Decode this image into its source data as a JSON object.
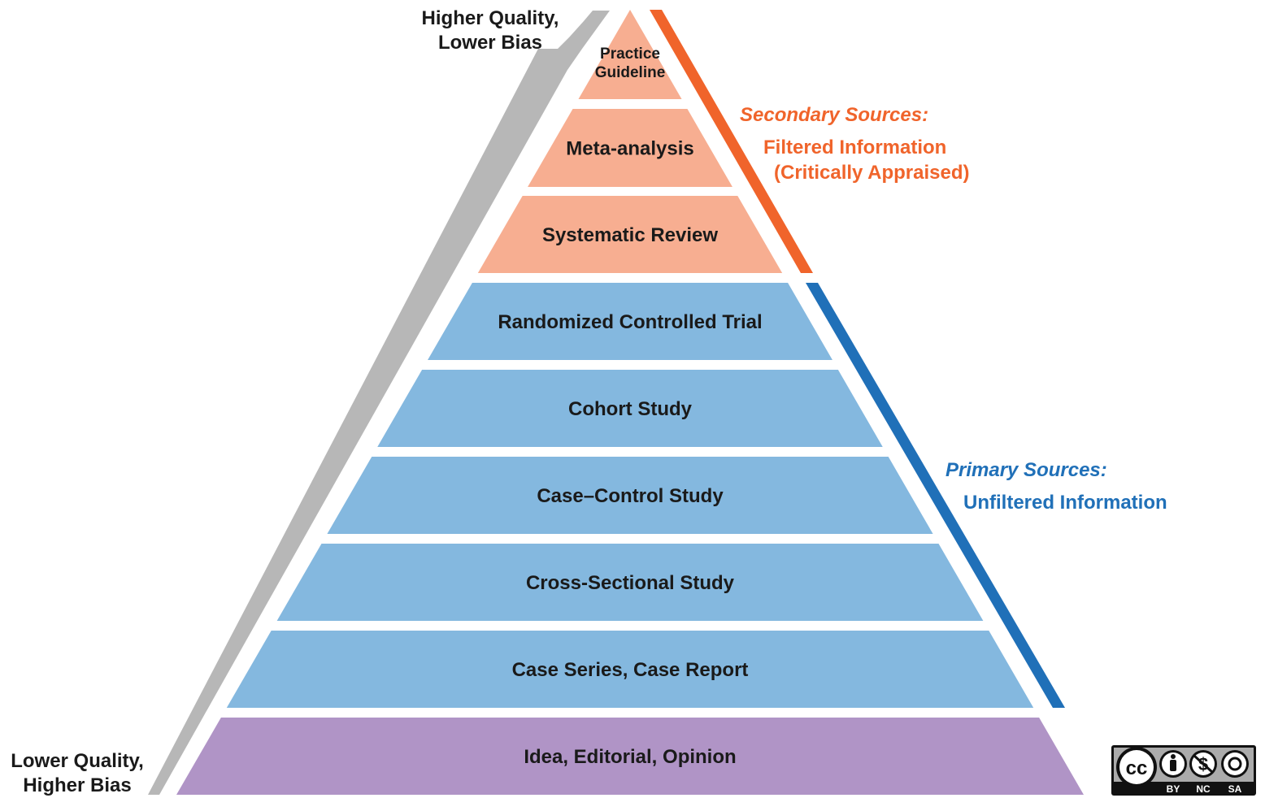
{
  "top_corner_label": [
    "Higher Quality,",
    "Lower Bias"
  ],
  "bottom_corner_label": [
    "Lower Quality,",
    "Higher Bias"
  ],
  "tiers": [
    {
      "label": [
        "Practice",
        "Guideline"
      ],
      "group": "secondary"
    },
    {
      "label": [
        "Meta-analysis"
      ],
      "group": "secondary"
    },
    {
      "label": [
        "Systematic Review"
      ],
      "group": "secondary"
    },
    {
      "label": [
        "Randomized Controlled Trial"
      ],
      "group": "primary"
    },
    {
      "label": [
        "Cohort Study"
      ],
      "group": "primary"
    },
    {
      "label": [
        "Case–Control Study"
      ],
      "group": "primary"
    },
    {
      "label": [
        "Cross-Sectional Study"
      ],
      "group": "primary"
    },
    {
      "label": [
        "Case Series, Case Report"
      ],
      "group": "primary"
    },
    {
      "label": [
        "Idea, Editorial, Opinion"
      ],
      "group": "other"
    }
  ],
  "secondary_sources": {
    "heading": "Secondary Sources:",
    "line1": "Filtered Information",
    "line2": "(Critically Appraised)"
  },
  "primary_sources": {
    "heading": "Primary Sources:",
    "line1": "Unfiltered Information"
  },
  "license_badge": {
    "icon": "creative-commons-by-nc-sa-icon",
    "labels": [
      "BY",
      "NC",
      "SA"
    ]
  },
  "colors": {
    "secondary_fill": "#f7ae91",
    "primary_fill": "#84b8df",
    "other_fill": "#b094c6",
    "secondary_accent": "#f0642b",
    "primary_accent": "#2070b8",
    "arrow_gray": "#b7b7b7"
  }
}
